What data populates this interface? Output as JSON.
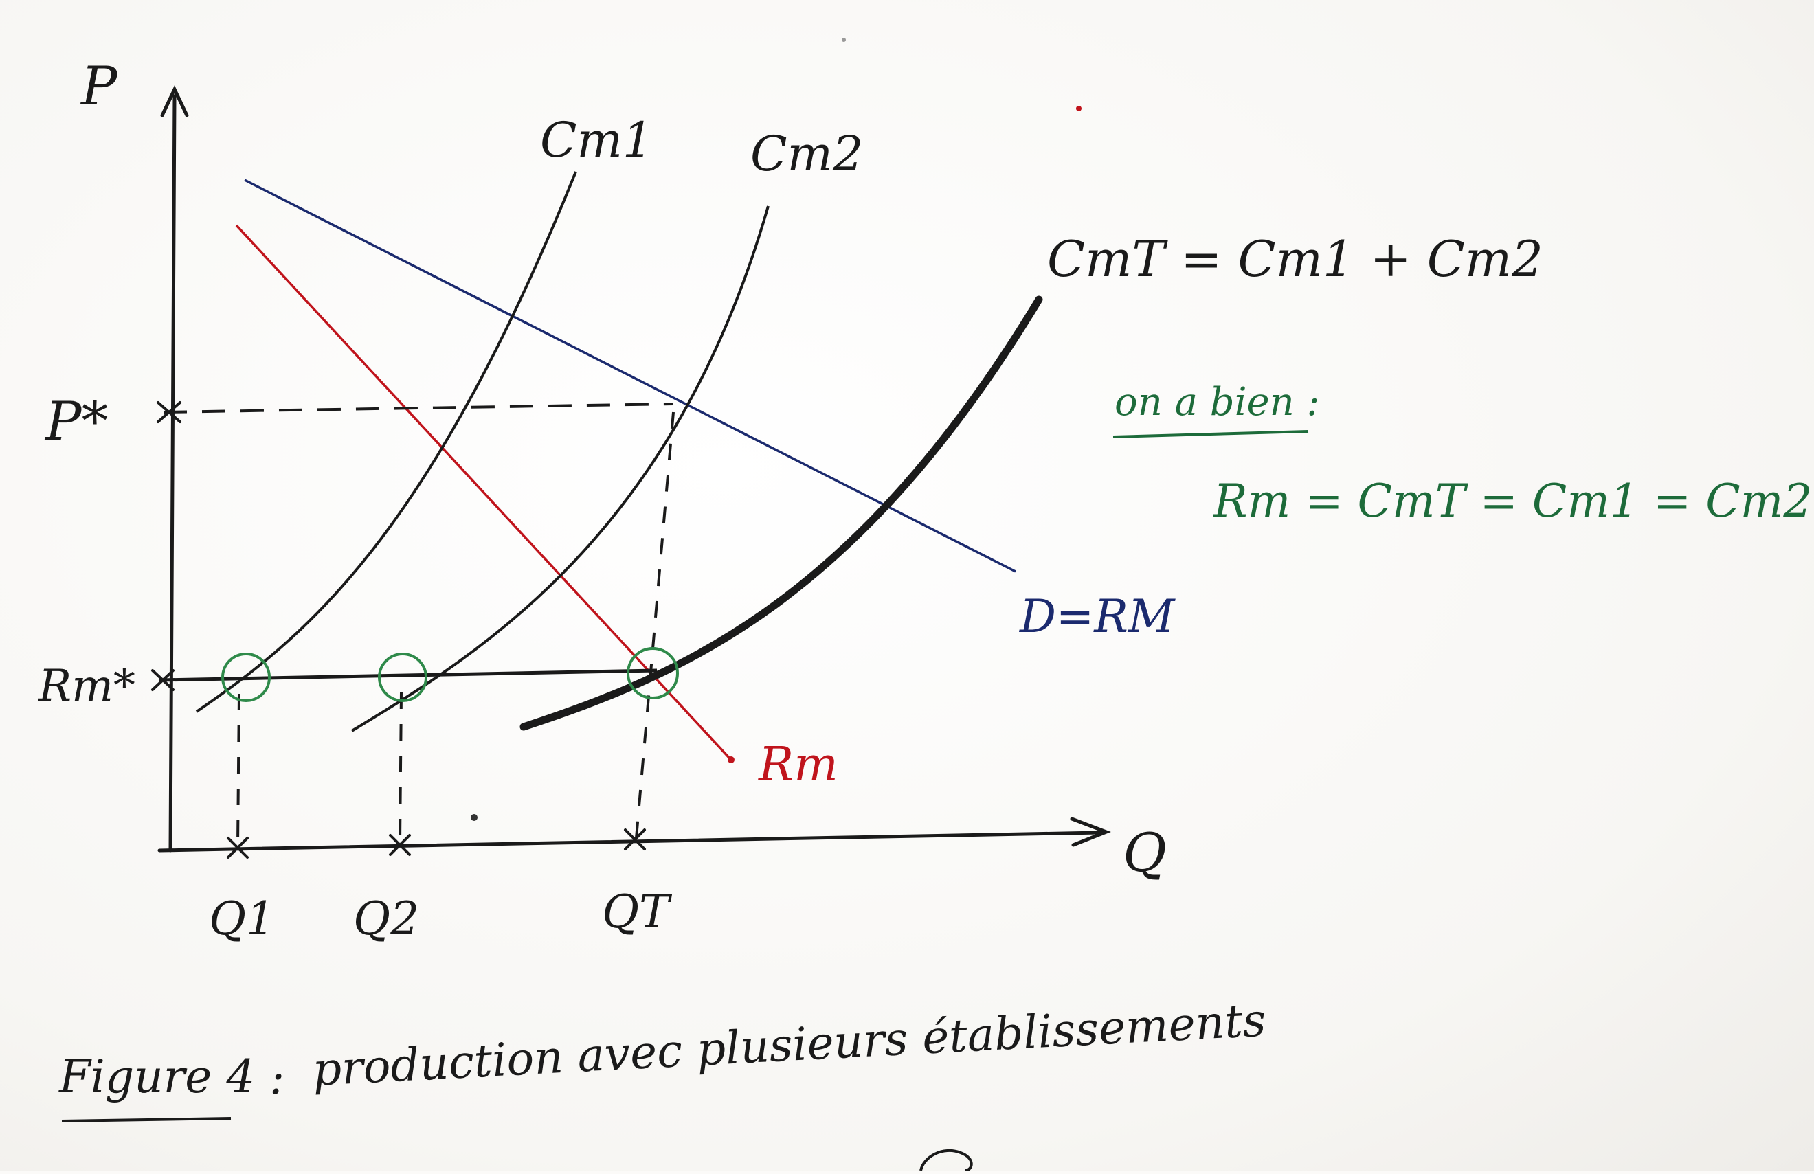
{
  "axes": {
    "y_label": "P",
    "x_label": "Q"
  },
  "price_labels": {
    "p_star": "P*",
    "rm_star": "Rm*"
  },
  "quantity_labels": {
    "q1": "Q1",
    "q2": "Q2",
    "qt": "QT"
  },
  "curve_labels": {
    "cm1": "Cm1",
    "cm2": "Cm2",
    "cmt_equation": "CmT = Cm1 + Cm2",
    "demand": "D=RM",
    "rm": "Rm"
  },
  "note": {
    "heading": "on a bien :",
    "equation": "Rm = CmT = Cm1 = Cm2"
  },
  "caption": {
    "label": "Figure 4",
    "separator": ":",
    "text": "production avec plusieurs établissements"
  },
  "colors": {
    "ink": "#1a1a1a",
    "demand": "#1b2a6e",
    "rm": "#c0141c",
    "note": "#1d6b3a",
    "circle": "#2f8a4a"
  }
}
